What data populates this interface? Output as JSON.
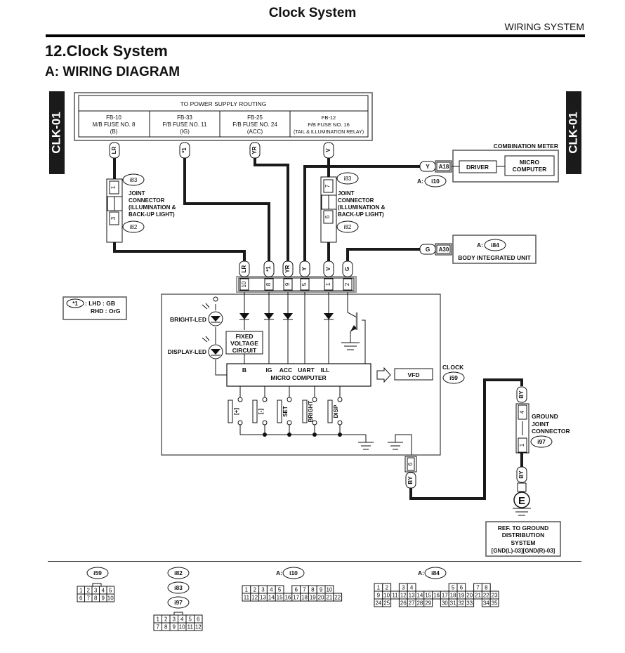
{
  "header": {
    "title": "Clock System",
    "section": "WIRING SYSTEM",
    "heading": "12.Clock System",
    "subheading": "A:  WIRING DIAGRAM"
  },
  "tabs": {
    "left": "CLK-01",
    "right": "CLK-01"
  },
  "power_supply": {
    "title": "TO POWER SUPPLY ROUTING",
    "fuses": [
      {
        "line1": "FB-10",
        "line2": "M/B FUSE NO. 8",
        "line3": "(B)",
        "wire": "LR"
      },
      {
        "line1": "FB-33",
        "line2": "F/B FUSE NO. 11",
        "line3": "(IG)",
        "wire": "*1"
      },
      {
        "line1": "FB-25",
        "line2": "F/B FUSE NO. 24",
        "line3": "(ACC)",
        "wire": "YR"
      },
      {
        "line1": "FB-12",
        "line2": "F/B FUSE NO. 16",
        "line3": "(TAIL & ILLUMINATION RELAY)",
        "wire": "V"
      }
    ]
  },
  "joint_connector_left": {
    "top_pin": "1",
    "top_conn": "i83",
    "bottom_pin": "3",
    "bottom_conn": "i82",
    "label": [
      "JOINT",
      "CONNECTOR",
      "(ILLUMINATION &",
      " BACK-UP LIGHT)"
    ],
    "wire_out": "LR"
  },
  "joint_connector_right": {
    "top_pin": "7",
    "top_conn": "i83",
    "bottom_pin": "6",
    "bottom_conn": "i82",
    "label": [
      "JOINT",
      "CONNECTOR",
      "(ILLUMINATION &",
      "BACK-UP LIGHT)"
    ],
    "wire_out": "V"
  },
  "combination_meter": {
    "title": "COMBINATION METER",
    "wire": "Y",
    "pin": "A18",
    "conn_prefix": "A:",
    "conn": "i10",
    "driver": "DRIVER",
    "micro": [
      "MICRO",
      "COMPUTER"
    ]
  },
  "body_integrated_unit": {
    "title": "BODY INTEGRATED UNIT",
    "wire": "G",
    "pin": "A30",
    "conn_prefix": "A:",
    "conn": "i84"
  },
  "clock_connector": {
    "wires": [
      "LR",
      "*1",
      "YR",
      "Y",
      "V",
      "G"
    ],
    "pins": [
      "10",
      "8",
      "9",
      "5",
      "1",
      "2"
    ]
  },
  "note": {
    "symbol": "*1",
    "lhd": ": LHD : GB",
    "rhd": "RHD : OrG"
  },
  "clock_unit": {
    "title": "CLOCK",
    "conn": "i59",
    "bright_led": "BRIGHT-LED",
    "display_led": "DISPLAY-LED",
    "fixed_voltage": [
      "FIXED",
      "VOLTAGE",
      "CIRCUIT"
    ],
    "micro_pins": [
      "B",
      "IG",
      "ACC",
      "UART",
      "ILL"
    ],
    "micro_label": "MICRO COMPUTER",
    "vfd": "VFD",
    "switches": [
      "[+]",
      "[-]",
      "SET",
      "BRIGHT",
      "DISP"
    ],
    "ground_pin": "6",
    "ground_wire": "BY"
  },
  "ground_joint": {
    "label": [
      "GROUND",
      "JOINT",
      "CONNECTOR"
    ],
    "conn": "i97",
    "top_pin": "4",
    "bottom_pin": "1",
    "wire": "BY",
    "ground_symbol": "E",
    "ref": [
      "REF. TO GROUND",
      "DISTRIBUTION",
      "SYSTEM",
      "[GND(L)-03][GND(R)-03]"
    ]
  },
  "connector_views": {
    "i59": {
      "label": "i59",
      "rows": [
        [
          "1",
          "2",
          "3",
          "4",
          "5"
        ],
        [
          "6",
          "7",
          "8",
          "9",
          "10"
        ]
      ]
    },
    "i82_i83_i97": {
      "labels": [
        "i82",
        "i83",
        "i97"
      ],
      "rows": [
        [
          "1",
          "2",
          "3",
          "4",
          "5",
          "6"
        ],
        [
          "7",
          "8",
          "9",
          "10",
          "11",
          "12"
        ]
      ]
    },
    "i10": {
      "prefix": "A:",
      "label": "i10",
      "rows": [
        [
          "1",
          "2",
          "3",
          "4",
          "5",
          "",
          "6",
          "7",
          "8",
          "9",
          "10"
        ],
        [
          "11",
          "12",
          "13",
          "14",
          "15",
          "16",
          "17",
          "18",
          "19",
          "20",
          "21",
          "22"
        ]
      ]
    },
    "i84": {
      "prefix": "A:",
      "label": "i84",
      "rows": [
        [
          "1",
          "2",
          "",
          "3",
          "4",
          "",
          "",
          "",
          "",
          "5",
          "6",
          "",
          "7",
          "8"
        ],
        [
          "9",
          "10",
          "11",
          "12",
          "13",
          "14",
          "15",
          "16",
          "17",
          "18",
          "19",
          "20",
          "21",
          "22",
          "23"
        ],
        [
          "24",
          "25",
          "",
          "26",
          "27",
          "28",
          "29",
          "",
          "30",
          "31",
          "32",
          "33",
          "",
          "34",
          "35"
        ]
      ]
    }
  }
}
